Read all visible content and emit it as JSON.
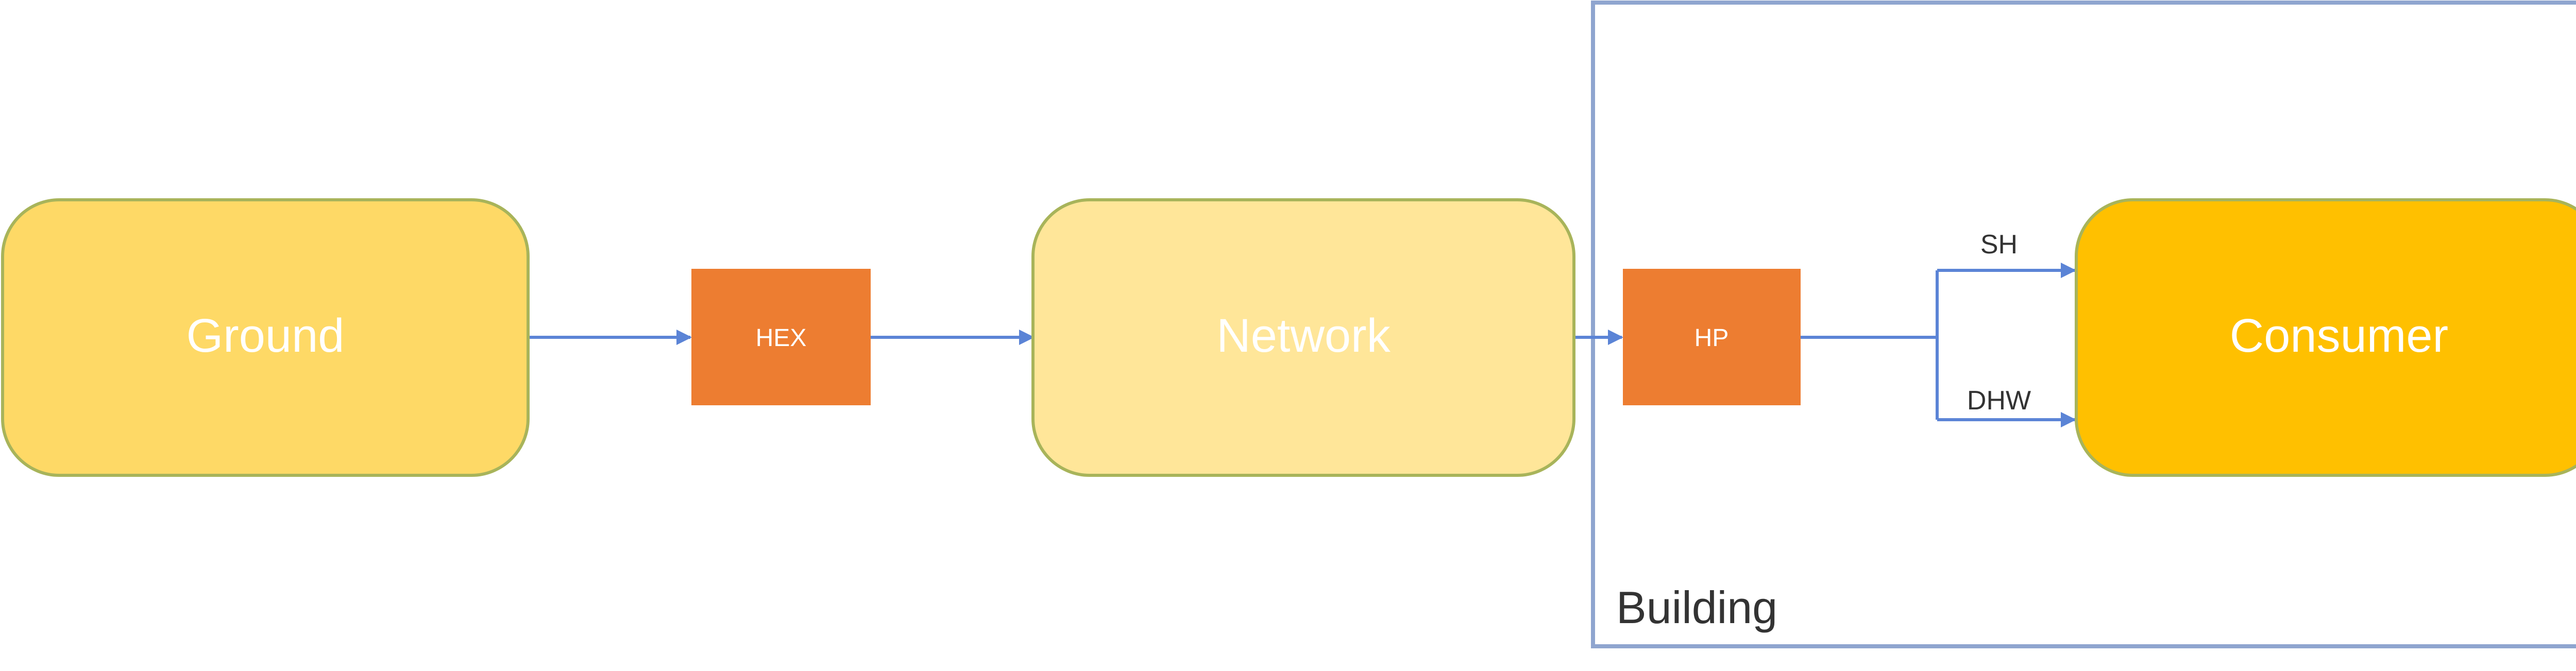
{
  "diagram": {
    "nodes": {
      "ground": {
        "label": "Ground",
        "fill": "#FED966"
      },
      "hex": {
        "label": "HEX",
        "fill": "#ED7D31"
      },
      "network": {
        "label": "Network",
        "fill": "#FFE699"
      },
      "hp": {
        "label": "HP",
        "fill": "#ED7D31"
      },
      "consumer": {
        "label": "Consumer",
        "fill": "#FFC000"
      }
    },
    "building": {
      "label": "Building",
      "border_color": "#8FA5CF"
    },
    "edges": {
      "sh_label": "SH",
      "dhw_label": "DHW"
    },
    "colors": {
      "box_border": "#A8B45A",
      "arrow": "#5B84D6",
      "box_text": "#FFFFFF",
      "dark_text": "#333333"
    }
  }
}
